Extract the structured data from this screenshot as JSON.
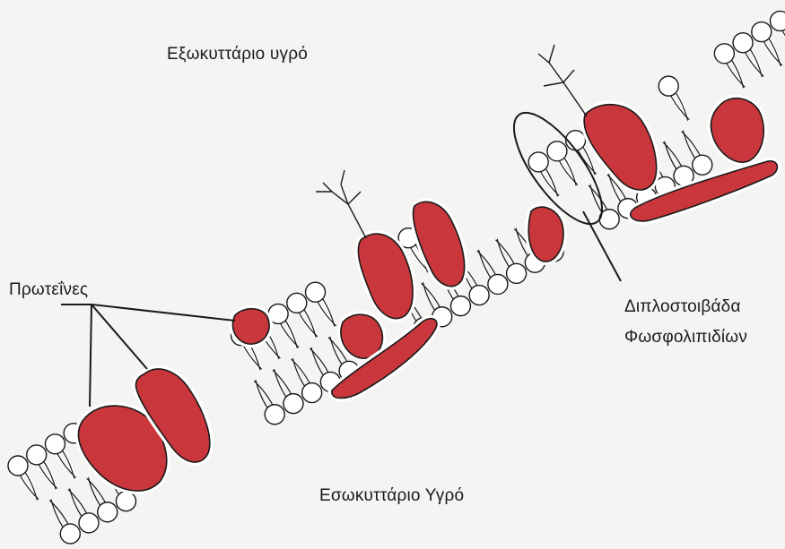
{
  "labels": {
    "extracellular": "Εξωκυττάριο υγρό",
    "intracellular": "Εσωκυττάριο Υγρό",
    "proteins": "Πρωτεΐνες",
    "bilayer_line1": "Διπλοστοιβάδα",
    "bilayer_line2": "Φωσφολιπιδίων"
  },
  "colors": {
    "background": "#f4f4f2",
    "protein_fill": "#c9373c",
    "protein_outline": "#ffffff",
    "ink": "#1a1a1a"
  }
}
